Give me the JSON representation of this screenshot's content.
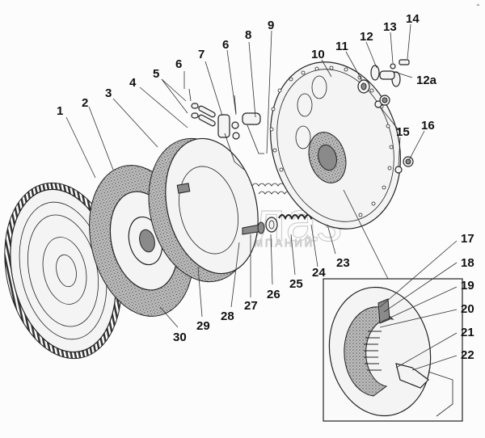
{
  "diagram": {
    "type": "exploded-view",
    "subject": "clutch assembly",
    "callouts": [
      {
        "id": "1",
        "label": "1"
      },
      {
        "id": "2",
        "label": "2"
      },
      {
        "id": "3",
        "label": "3"
      },
      {
        "id": "4",
        "label": "4"
      },
      {
        "id": "5",
        "label": "5"
      },
      {
        "id": "6a",
        "label": "6"
      },
      {
        "id": "6b",
        "label": "6"
      },
      {
        "id": "7",
        "label": "7"
      },
      {
        "id": "8",
        "label": "8"
      },
      {
        "id": "9",
        "label": "9"
      },
      {
        "id": "10",
        "label": "10"
      },
      {
        "id": "11",
        "label": "11"
      },
      {
        "id": "12",
        "label": "12"
      },
      {
        "id": "12a",
        "label": "12a"
      },
      {
        "id": "13",
        "label": "13"
      },
      {
        "id": "14",
        "label": "14"
      },
      {
        "id": "15",
        "label": "15"
      },
      {
        "id": "16",
        "label": "16"
      },
      {
        "id": "17",
        "label": "17"
      },
      {
        "id": "18",
        "label": "18"
      },
      {
        "id": "19",
        "label": "19"
      },
      {
        "id": "20",
        "label": "20"
      },
      {
        "id": "21",
        "label": "21"
      },
      {
        "id": "22",
        "label": "22"
      },
      {
        "id": "23",
        "label": "23"
      },
      {
        "id": "24",
        "label": "24"
      },
      {
        "id": "25",
        "label": "25"
      },
      {
        "id": "26",
        "label": "26"
      },
      {
        "id": "27",
        "label": "27"
      },
      {
        "id": "28",
        "label": "28"
      },
      {
        "id": "29",
        "label": "29"
      },
      {
        "id": "30",
        "label": "30"
      }
    ],
    "watermark": {
      "line1": "Белаз",
      "line2": "ГРУППА КОМПАНИЙ"
    },
    "corner_mark": "≁"
  }
}
